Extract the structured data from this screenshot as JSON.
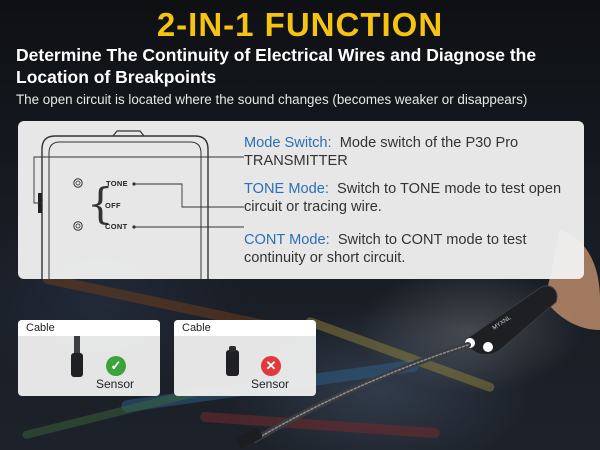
{
  "title": "2-IN-1 FUNCTION",
  "subtitle": "Determine The Continuity of Electrical Wires and Diagnose the Location of Breakpoints",
  "note": "The open circuit is located where the sound changes (becomes weaker or disappears)",
  "device": {
    "labels": {
      "tone": "TONE",
      "off": "OFF",
      "cont": "CONT"
    },
    "brand": "MYXNL"
  },
  "modes": [
    {
      "key": "Mode Switch:",
      "text": "Mode switch of the P30 Pro TRANSMITTER"
    },
    {
      "key": "TONE Mode:",
      "text": "Switch to TONE mode to test open circuit or tracing wire."
    },
    {
      "key": "CONT Mode:",
      "text": "Switch to CONT mode to test continuity or short circuit."
    }
  ],
  "cards": [
    {
      "cable_label": "Cable",
      "sensor_label": "Sensor",
      "status": "correct",
      "icon": "check-icon"
    },
    {
      "cable_label": "Cable",
      "sensor_label": "Sensor",
      "status": "incorrect",
      "icon": "cross-icon"
    }
  ],
  "colors": {
    "title": "#f6c311",
    "accent_blue": "#2c6fb5",
    "check_green": "#3aa43a",
    "cross_red": "#e0393e"
  }
}
